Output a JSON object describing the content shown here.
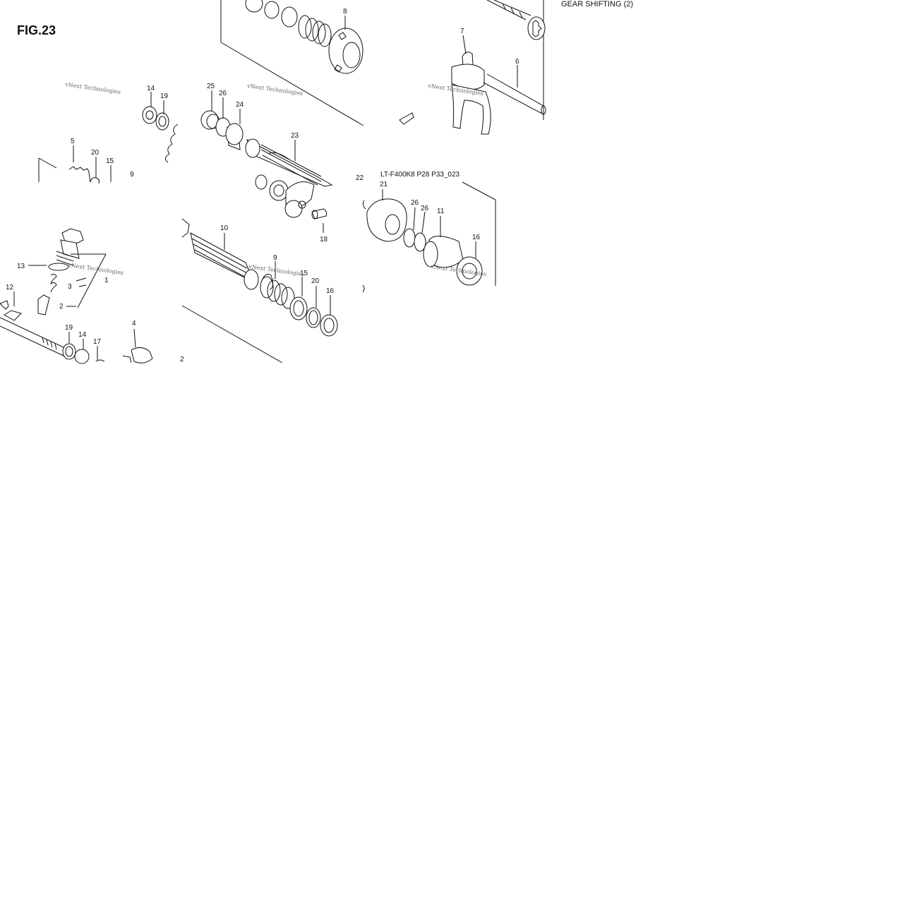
{
  "figure_label": "FIG.23",
  "section_title": "GEAR SHIFTING (2)",
  "subassembly_code": "LT-F400K8 P28 P33_023",
  "watermark_text": "vNext Technologies",
  "callouts": [
    "1",
    "2",
    "3",
    "4",
    "5",
    "6",
    "7",
    "8",
    "9",
    "10",
    "11",
    "12",
    "13",
    "14",
    "15",
    "16",
    "17",
    "18",
    "19",
    "20",
    "21",
    "22",
    "23",
    "24",
    "25",
    "26"
  ]
}
